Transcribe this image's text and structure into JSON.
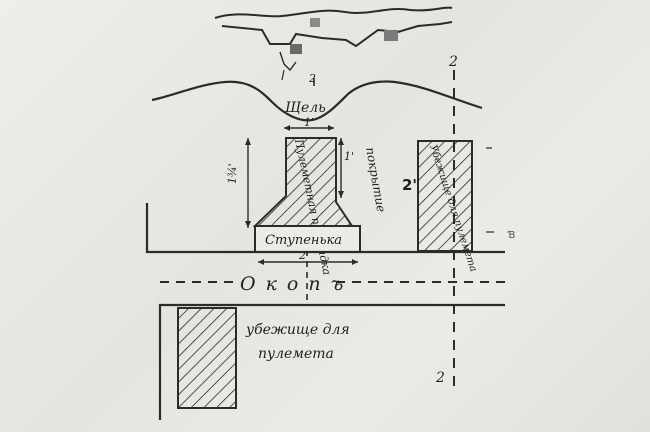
{
  "labels": {
    "slit": "Щель",
    "gun_platform": "Пулеметная площадка",
    "cover": "покрытие",
    "step": "Ступенька",
    "trench": "Окопъ",
    "shelter_right": "Убежище для пулемета",
    "shelter_bottom_line1": "убежище для",
    "shelter_bottom_line2": "пулемета"
  },
  "dimensions": {
    "slit_width": "1'",
    "platform_height": "1'",
    "side_height": "1¾'",
    "step_width": "2'",
    "cover_thickness": "2'",
    "section_top": "2",
    "section_bottom": "2"
  },
  "colors": {
    "ink": "#2b2b2b",
    "paper": "#ecebe6"
  }
}
